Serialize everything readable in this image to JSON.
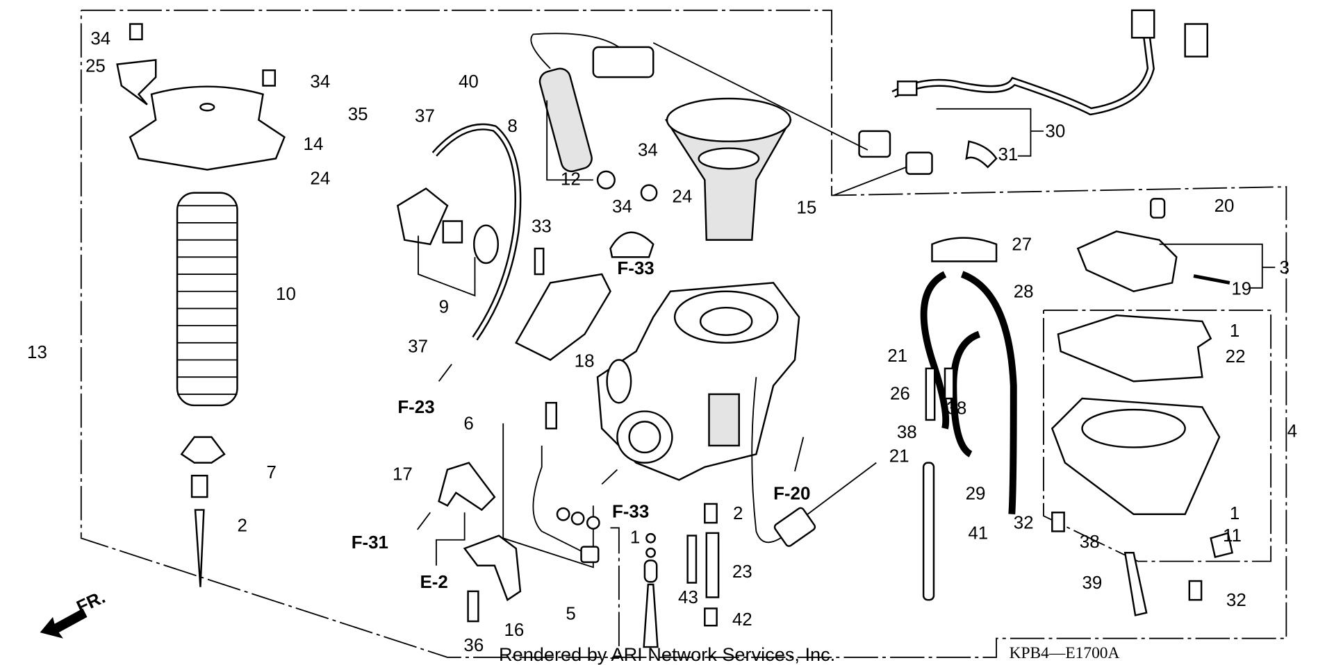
{
  "diagram": {
    "callouts": [
      "34",
      "25",
      "34",
      "14",
      "35",
      "24",
      "40",
      "37",
      "8",
      "12",
      "34",
      "34",
      "24",
      "15",
      "30",
      "31",
      "10",
      "13",
      "9",
      "33",
      "F-33",
      "18",
      "37",
      "F-23",
      "6",
      "7",
      "17",
      "2",
      "F-31",
      "E-2",
      "F-33",
      "F-20",
      "2",
      "1",
      "23",
      "43",
      "42",
      "5",
      "16",
      "36",
      "27",
      "28",
      "21",
      "26",
      "38",
      "38",
      "21",
      "29",
      "41",
      "20",
      "3",
      "19",
      "1",
      "22",
      "4",
      "32",
      "1",
      "11",
      "38",
      "39",
      "32"
    ],
    "front_marker": "FR.",
    "watermark": "Rendered by ARI Network Services, Inc.",
    "diagram_code": "KPB4—E1700A"
  }
}
